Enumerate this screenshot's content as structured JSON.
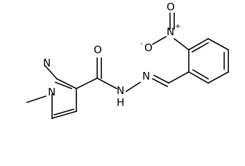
{
  "molecule": {
    "atoms": {
      "n_nitro": "N",
      "n_nitro_charge": "+",
      "o_top": "O",
      "o_left": "O",
      "o_left_charge": "-",
      "n_pyrazole_top": "N",
      "n_pyrazole_methyl": "N",
      "o_carbonyl": "O",
      "n_hydrazine": "N",
      "n_hydrazone": "N",
      "nh_h": "H"
    }
  }
}
